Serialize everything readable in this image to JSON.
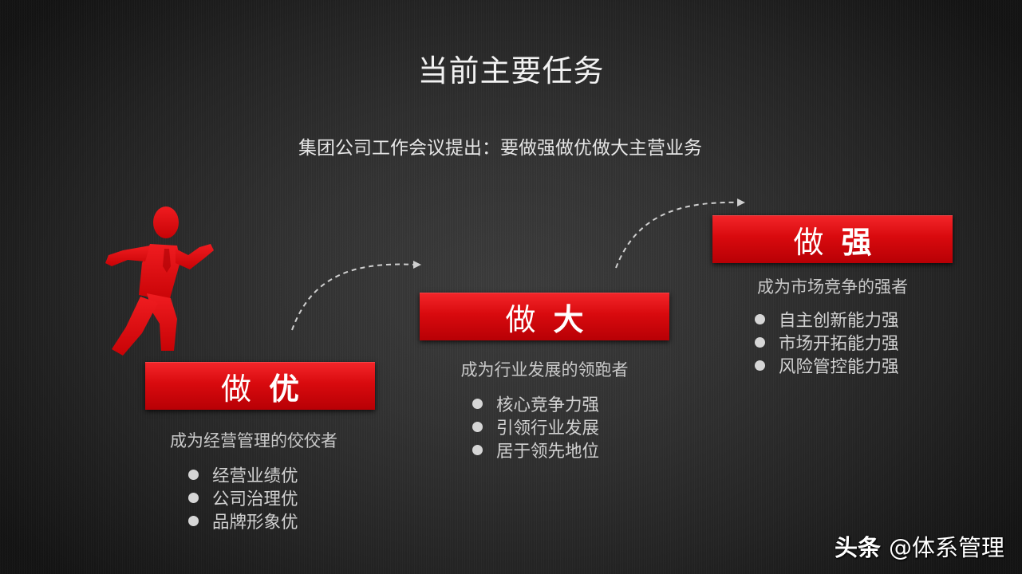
{
  "slide": {
    "title": "当前主要任务",
    "subtitle": "集团公司工作会议提出：要做强做优做大主营业务",
    "accent_color": "#d90a0e",
    "figure_icon": "running-man-icon"
  },
  "stages": [
    {
      "id": "excellent",
      "banner_prefix": "做",
      "banner_keyword": "优",
      "caption": "成为经营管理的佼佼者",
      "bullets": [
        "经营业绩优",
        "公司治理优",
        "品牌形象优"
      ]
    },
    {
      "id": "bigger",
      "banner_prefix": "做",
      "banner_keyword": "大",
      "caption": "成为行业发展的领跑者",
      "bullets": [
        "核心竞争力强",
        "引领行业发展",
        "居于领先地位"
      ]
    },
    {
      "id": "stronger",
      "banner_prefix": "做",
      "banner_keyword": "强",
      "caption": "成为市场竞争的强者",
      "bullets": [
        "自主创新能力强",
        "市场开拓能力强",
        "风险管控能力强"
      ]
    }
  ],
  "watermark": {
    "brand": "头条",
    "handle": "@体系管理"
  }
}
